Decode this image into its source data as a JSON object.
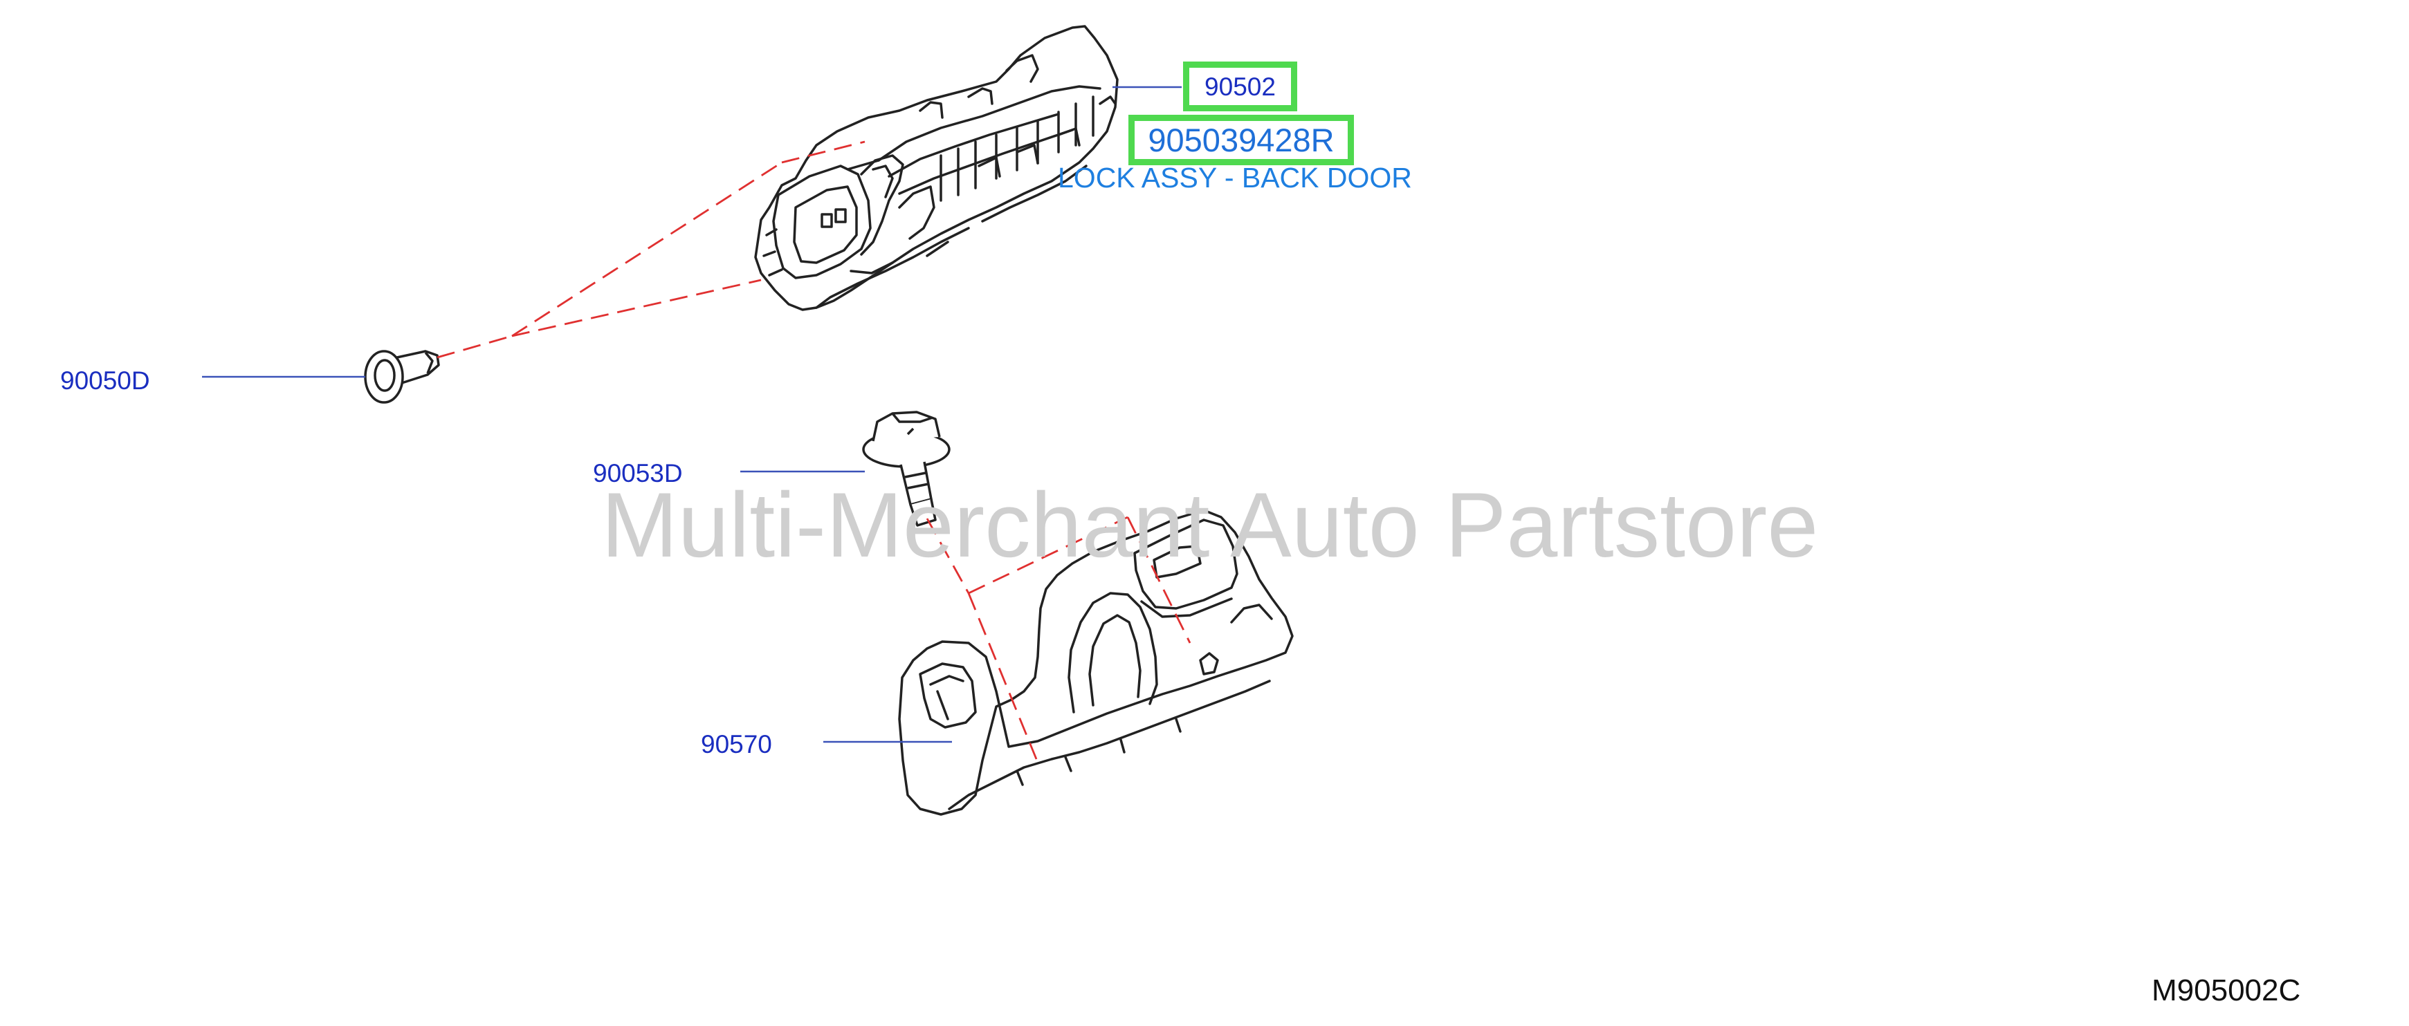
{
  "callouts": {
    "lock_assy_part": "90502",
    "lock_assy_number": "905039428R",
    "lock_assy_desc": "LOCK ASSY - BACK DOOR",
    "clip": "90050D",
    "screw": "90053D",
    "bracket": "90570"
  },
  "watermark": "Multi-Merchant Auto Partstore",
  "figure_code": "M905002C",
  "colors": {
    "callout_text": "#1a2ec0",
    "highlight_border": "#4fd94f",
    "part_number_text": "#1e6fd8",
    "leader_line": "#3b52b8",
    "dashed_guide": "#e03030",
    "drawing_stroke": "#222222",
    "watermark": "#cfcfcf"
  }
}
